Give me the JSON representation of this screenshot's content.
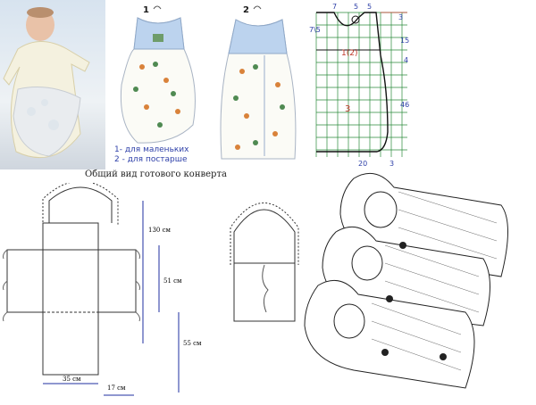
{
  "legend": {
    "line1": "1- для маленьких",
    "line2": "2 - для постарше",
    "num1": "1",
    "num2": "2"
  },
  "grid": {
    "top": [
      "7",
      "5",
      "5",
      "3"
    ],
    "left": "7\\5",
    "right": [
      "15",
      "4",
      "46"
    ],
    "bottom": [
      "20",
      "3"
    ],
    "part1": "1(2)",
    "part3": "3"
  },
  "title": "Общий вид готового конверта",
  "pattern": {
    "d130": "130 см",
    "d51": "51 см",
    "d55": "55 см",
    "d35": "35 см",
    "d17": "17 см"
  },
  "colors": {
    "grid_line": "#2a8a3a",
    "pattern_blue": "#2d3fa8",
    "pattern_red": "#c0392b",
    "dim_blue": "#1f2fa0",
    "sack_blue": "#bcd3ee"
  }
}
